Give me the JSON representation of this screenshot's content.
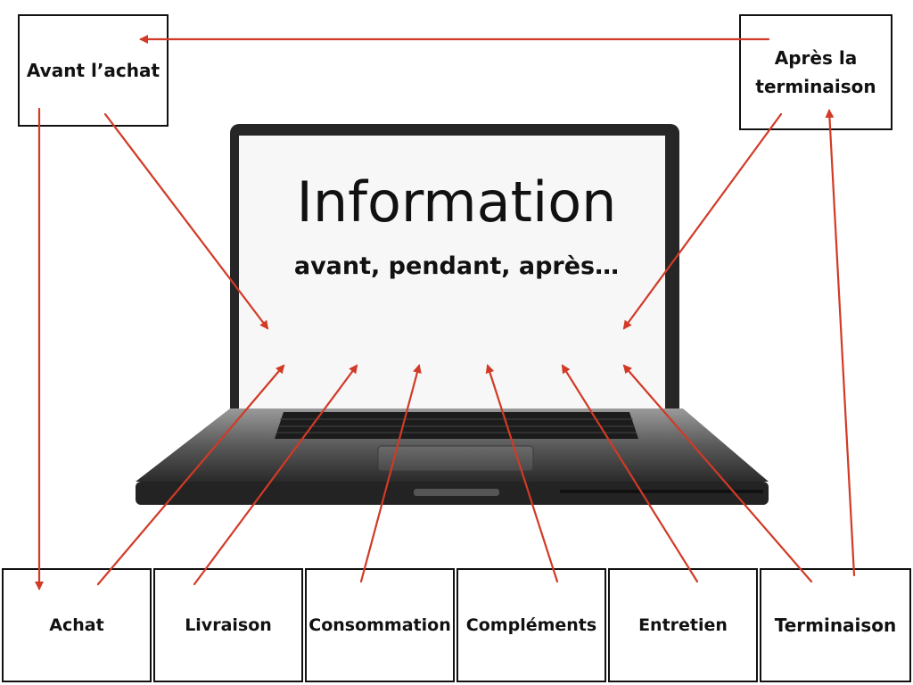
{
  "colors": {
    "arrow": "#d13a26",
    "border": "#111111",
    "text": "#111111",
    "laptop_body": "#2b2b2b"
  },
  "screen": {
    "title": "Information",
    "subtitle": "avant, pendant, après…"
  },
  "top_boxes": {
    "before": "Avant l’achat",
    "after": "Après la terminaison"
  },
  "stages": [
    "Achat",
    "Livraison",
    "Consommation",
    "Compléments",
    "Entretien",
    "Terminaison"
  ]
}
